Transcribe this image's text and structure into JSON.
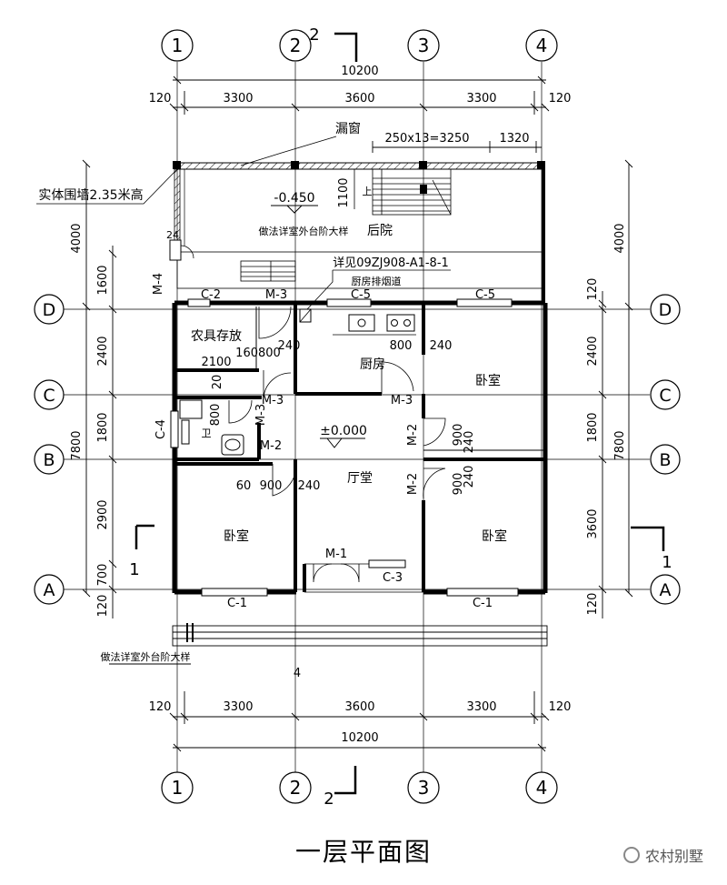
{
  "title": "一层平面图",
  "watermark": "农村别墅",
  "grid": {
    "cols": [
      "1",
      "2",
      "3",
      "4"
    ],
    "rows": [
      "D",
      "C",
      "B",
      "A"
    ]
  },
  "top_dims": {
    "total": "10200",
    "edge": "120",
    "spans": [
      "3300",
      "3600",
      "3300"
    ]
  },
  "bottom_dims": {
    "total": "10200",
    "edge": "120",
    "spans": [
      "3300",
      "3600",
      "3300"
    ],
    "mark": "4"
  },
  "left_dims": {
    "outer": [
      "4000",
      "7800"
    ],
    "inner": [
      "1600",
      "2400",
      "1800",
      "2900",
      "700",
      "120"
    ]
  },
  "right_dims": {
    "outer": [
      "4000",
      "7800"
    ],
    "inner": [
      "120",
      "2400",
      "1800",
      "3600",
      "120"
    ]
  },
  "section_marks": {
    "top": "2",
    "bottom": "2",
    "left": "1",
    "right": "1"
  },
  "annotations": {
    "leak_window": "漏窗",
    "stair_spec": "250x13=3250",
    "stair_side": "1320",
    "wall_note": "实体围墙2.35米高",
    "elev_yard": "-0.450",
    "h1100": "1100",
    "step_note": "做法详室外台阶大样",
    "backyard": "后院",
    "detail_ref": "详见09ZJ908-A1-8-1",
    "chimney": "厨房排烟道",
    "up": "上",
    "elev_hall": "±0.000",
    "step_note_front": "做法详室外台阶大样"
  },
  "rooms": {
    "storage": "农具存放",
    "kitchen": "厨房",
    "bedroom_ne": "卧室",
    "toilet": "卫",
    "hall": "厅堂",
    "bedroom_sw": "卧室",
    "bedroom_se": "卧室"
  },
  "labels": {
    "c2": "C-2",
    "m3a": "M-3",
    "c5a": "C-5",
    "c5b": "C-5",
    "m4": "M-4",
    "m3b": "M-3",
    "m3c": "M-3",
    "m3d": "M-3",
    "c4": "C-4",
    "m2a": "M-2",
    "m2b": "M-2",
    "m2c": "M-2",
    "m1": "M-1",
    "c3": "C-3",
    "c1a": "C-1",
    "c1b": "C-1"
  },
  "inner_dims": {
    "d240a": "240",
    "d160800": "160800",
    "d2100": "2100",
    "d20": "20",
    "d800a": "800",
    "d800b": "800",
    "d240b": "240",
    "d900a": "900",
    "d240c": "240",
    "d900b": "900",
    "d240d": "240",
    "d60": "60",
    "d900c": "900",
    "d240e": "240"
  }
}
